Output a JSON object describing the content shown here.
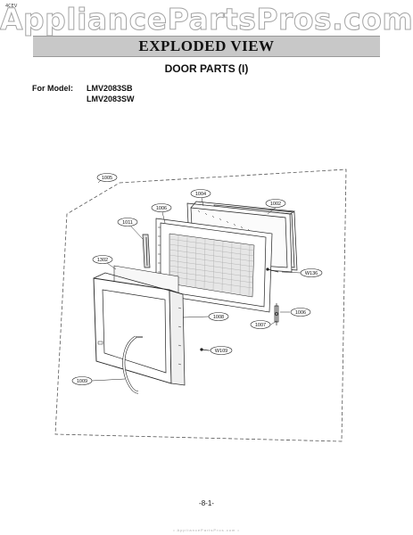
{
  "corner_mark": "4CEV",
  "watermark": "AppliancePartsPros.com",
  "banner_title": "EXPLODED VIEW",
  "section_title": "DOOR PARTS (I)",
  "model_label": "For Model:",
  "models": [
    "LMV2083SB",
    "LMV2083SW"
  ],
  "page_number": "-8-1-",
  "bottom_watermark": "• AppliancePartsPros.com •",
  "callouts": {
    "c1005": "1005",
    "c1006a": "1006",
    "c1004": "1004",
    "c1002": "1002",
    "c1011": "1011",
    "c1302": "1302",
    "cW136": "W136",
    "c1008": "1008",
    "c1007": "1007",
    "c1006b": "1006",
    "cW109": "W109",
    "c1009": "1009"
  }
}
